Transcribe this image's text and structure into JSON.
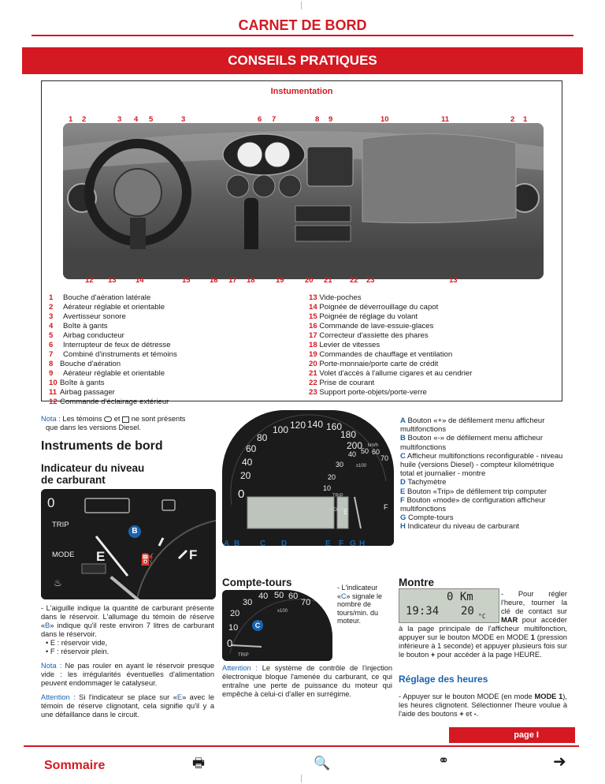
{
  "header": {
    "title": "CARNET DE BORD"
  },
  "section": {
    "title": "CONSEILS PRATIQUES"
  },
  "instrumentation": {
    "title": "Instumentation",
    "top_labels": [
      "1",
      "2",
      "3",
      "4",
      "5",
      "3",
      "6",
      "7",
      "8",
      "9",
      "10",
      "11",
      "2",
      "1"
    ],
    "bottom_labels": [
      "12",
      "13",
      "14",
      "15",
      "16",
      "17",
      "18",
      "19",
      "20",
      "21",
      "22",
      "23",
      "13"
    ],
    "legend_left": [
      {
        "num": "1",
        "text": "Bouche d'aération latérale"
      },
      {
        "num": "2",
        "text": "Aérateur réglable et orientable"
      },
      {
        "num": "3",
        "text": "Avertisseur sonore"
      },
      {
        "num": "4",
        "text": "Boîte à gants"
      },
      {
        "num": "5",
        "text": "Airbag conducteur"
      },
      {
        "num": "6",
        "text": "Interrupteur de feux de détresse"
      },
      {
        "num": "7",
        "text": "Combiné d'instruments et témoins"
      },
      {
        "num": "8",
        "text": "Bouche d'aération"
      },
      {
        "num": "9",
        "text": "Aérateur réglable et orientable"
      },
      {
        "num": "10",
        "text": "Boîte à gants"
      },
      {
        "num": "11",
        "text": "Airbag passager"
      },
      {
        "num": "12",
        "text": "Commande d'éclairage extérieur"
      }
    ],
    "legend_right": [
      {
        "num": "13",
        "text": "Vide-poches"
      },
      {
        "num": "14",
        "text": "Poignée de déverrouillage du capot"
      },
      {
        "num": "15",
        "text": "Poignée de réglage du volant"
      },
      {
        "num": "16",
        "text": "Commande de lave-essuie-glaces"
      },
      {
        "num": "17",
        "text": "Correcteur d'assiette des phares"
      },
      {
        "num": "18",
        "text": "Levier de vitesses"
      },
      {
        "num": "19",
        "text": "Commandes de chauffage et ventilation"
      },
      {
        "num": "20",
        "text": "Porte-monnaie/porte carte de crédit"
      },
      {
        "num": "21",
        "text": "Volet d'accès à l'allume cigares et au cendrier"
      },
      {
        "num": "22",
        "text": "Prise de courant"
      },
      {
        "num": "23",
        "text": "Support porte-objets/porte-verre"
      }
    ]
  },
  "nota1": {
    "label": "Nota :",
    "text_a": "Les témoins",
    "text_b": "et",
    "text_c": "ne sont présents",
    "text_d": "que dans les versions Diesel."
  },
  "instruments": {
    "heading": "Instruments de bord",
    "fuel_heading_line1": "Indicateur du niveau",
    "fuel_heading_line2": "de carburant",
    "fuel_gauge": {
      "trip": "TRIP",
      "mode": "MODE",
      "e": "E",
      "f": "F",
      "callout": "B",
      "zero": "0"
    },
    "cluster": {
      "speeds": [
        "20",
        "40",
        "60",
        "80",
        "100",
        "120",
        "140",
        "160",
        "180",
        "200"
      ],
      "kmh": "km/h",
      "rpm": [
        "10",
        "20",
        "30",
        "40",
        "50",
        "60",
        "70"
      ],
      "x100": "x100",
      "zero": "0",
      "trip": "TRIP",
      "mode": "MODE",
      "e": "E",
      "f": "F",
      "callouts": [
        "A",
        "B",
        "C",
        "D",
        "E",
        "F",
        "G",
        "H"
      ]
    }
  },
  "legend_cluster": [
    {
      "letter": "A",
      "text": "Bouton «+» de défilement menu afficheur multifonctions"
    },
    {
      "letter": "B",
      "text": "Bouton «-» de défilement menu afficheur multifonctions"
    },
    {
      "letter": "C",
      "text": "Afficheur multifonctions reconfigurable - niveau huile (versions Diesel) - compteur kilométrique total et journalier - montre"
    },
    {
      "letter": "D",
      "text": "Tachymètre"
    },
    {
      "letter": "E",
      "text": "Bouton «Trip» de défilement trip computer"
    },
    {
      "letter": "F",
      "text": "Bouton «mode» de configuration afficheur multifonctions"
    },
    {
      "letter": "G",
      "text": "Compte-tours"
    },
    {
      "letter": "H",
      "text": "Indicateur du niveau de carburant"
    }
  ],
  "fuel_text": {
    "p1": "- L'aiguille indique la quantité de carburant présente dans le réservoir. L'allumage du témoin de réserve «",
    "p1_b": "B",
    "p1_end": "» indique qu'il reste environ 7 litres de carburant dans le réservoir.",
    "e": "• E : réservoir vide,",
    "f": "• F : réservoir plein.",
    "nota_label": "Nota :",
    "nota": "Ne pas rouler en ayant le réservoir presque vide : les irrégularités éventuelles d'alimentation peuvent endommager le catalyseur.",
    "att_label": "Attention :",
    "att_a": "Si l'indicateur se place sur «",
    "att_e": "E",
    "att_b": "» avec le témoin de réserve clignotant, cela signifie qu'il y a une défaillance dans le circuit."
  },
  "compte_tours": {
    "heading": "Compte-tours",
    "rpm": [
      "10",
      "20",
      "30",
      "40",
      "50",
      "60",
      "70"
    ],
    "x100": "x100",
    "zero": "0",
    "trip": "TRIP",
    "callout": "C",
    "text_a": "- L'indicateur «",
    "text_c": "C",
    "text_b": "» signale le nombre de tours/min. du moteur.",
    "att_label": "Attention :",
    "att": "Le système de contrôle de l'injection électronique bloque l'amenée du carburant, ce qui entraîne une perte de puissance du moteur qui empêche à celui-ci d'aller en surrégime."
  },
  "montre": {
    "heading": "Montre",
    "lcd_km": "0 Km",
    "lcd_time": "19:34",
    "lcd_temp": "20",
    "lcd_c": "°C",
    "text_a": "- Pour régler l'heure, tourner la clé de contact sur",
    "mar": "MAR",
    "text_b": "pour accéder à la page principale de l'afficheur multifonction, appuyer sur le bouton MODE en MODE",
    "one": "1",
    "text_c": "(pression inférieure à 1 seconde) et appuyer plusieurs fois sur le bouton",
    "plus": "+",
    "text_d": "pour accéder à la page HEURE."
  },
  "reglage": {
    "heading": "Réglage des heures",
    "text_a": "- Appuyer sur le bouton MODE (en mode",
    "mode1": "MODE 1",
    "text_b": "), les heures clignotent. Sélectionner l'heure voulue à l'aide des boutons",
    "plus": "+",
    "and": "et",
    "minus": "-",
    "dot": "."
  },
  "footer": {
    "page": "page I",
    "sommaire": "Sommaire"
  }
}
